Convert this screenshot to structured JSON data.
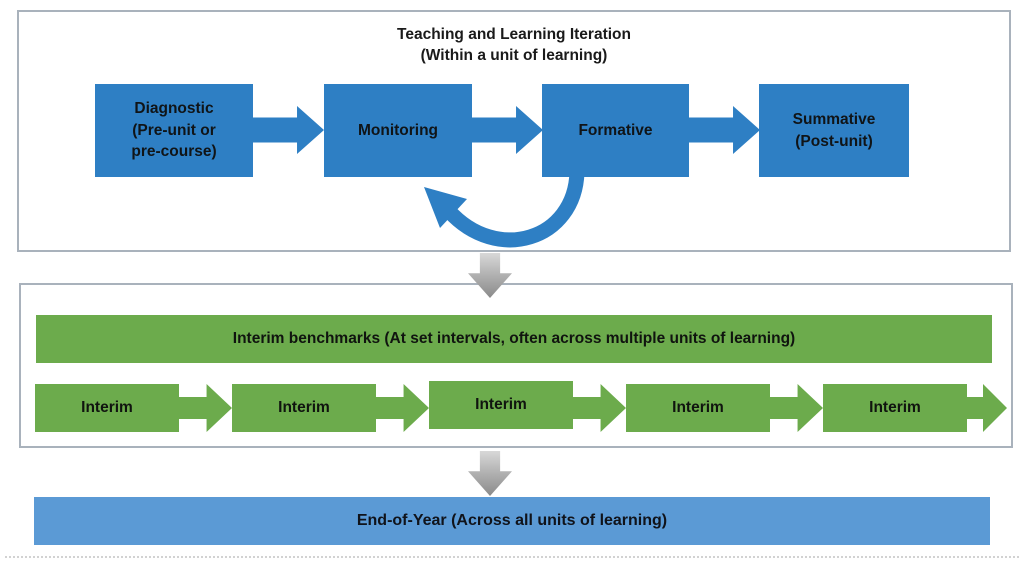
{
  "colors": {
    "stage_blue": "#2e7fc4",
    "interim_green": "#6cab4c",
    "end_of_year_blue": "#5b9ad5",
    "grey_arrow": "#8a8a8a",
    "frame_border": "#a9b2bc",
    "text": "#1a1a1a"
  },
  "top_section": {
    "title_line1": "Teaching and Learning Iteration",
    "title_line2": "(Within a unit of learning)",
    "stages": [
      {
        "label": "Diagnostic\n(Pre-unit or\npre-course)"
      },
      {
        "label": "Monitoring"
      },
      {
        "label": "Formative"
      },
      {
        "label": "Summative\n(Post-unit)"
      }
    ]
  },
  "middle_section": {
    "banner": "Interim benchmarks (At set intervals, often across multiple units of learning)",
    "items": [
      "Interim",
      "Interim",
      "Interim",
      "Interim",
      "Interim"
    ]
  },
  "bottom_bar": {
    "label": "End-of-Year (Across all units of learning)"
  }
}
